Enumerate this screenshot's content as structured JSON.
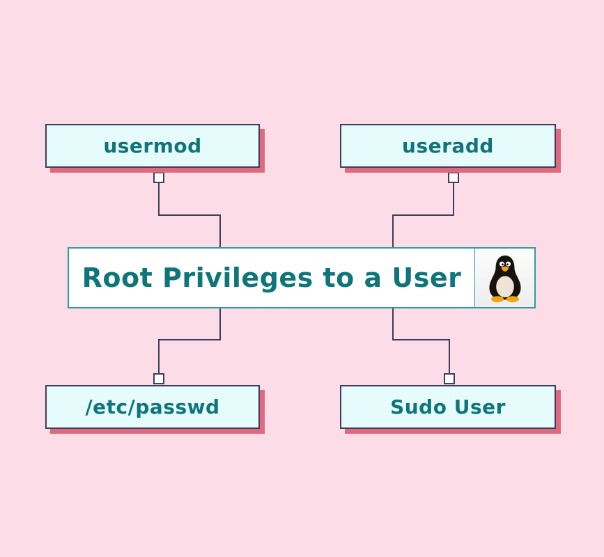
{
  "title": "Root Privileges to a User",
  "nodes": {
    "top_left": "usermod",
    "top_right": "useradd",
    "bottom_left": "/etc/passwd",
    "bottom_right": "Sudo User"
  },
  "icons": {
    "tux": "linux-tux-penguin-icon"
  },
  "colors": {
    "background": "#fcdce6",
    "node_fill": "#e6fbfc",
    "node_border": "#3d3d60",
    "node_shadow": "#e06a7d",
    "label_text": "#0e757b",
    "center_border": "#2b9e9e",
    "connector": "#3d3d60",
    "connector_square_fill": "#ffffff"
  }
}
